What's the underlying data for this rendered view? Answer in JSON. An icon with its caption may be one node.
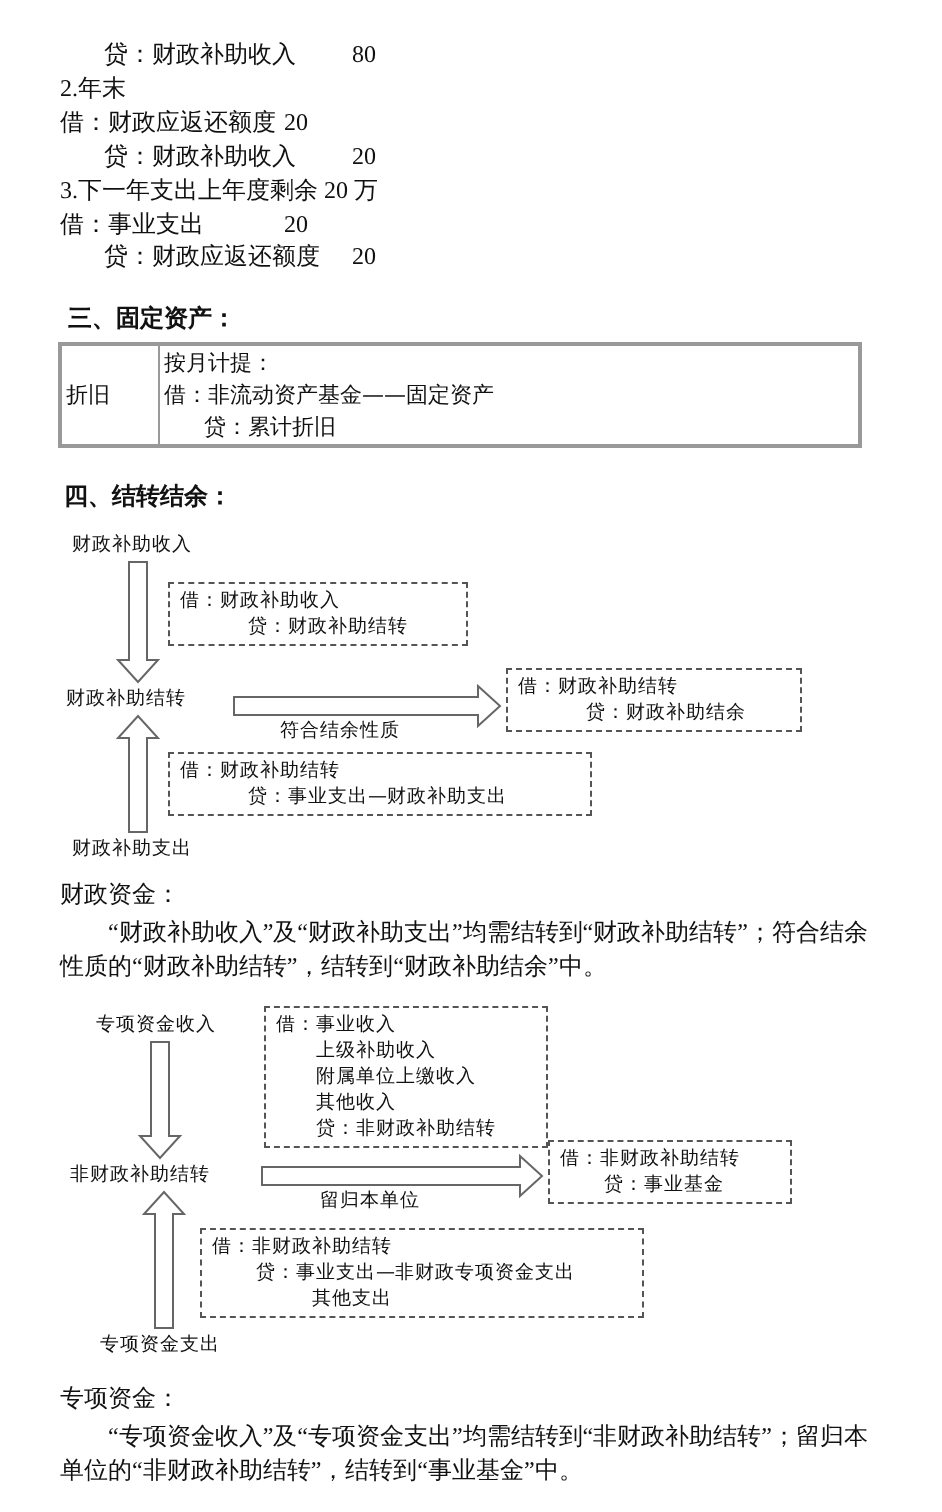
{
  "diagram": {
    "nodes": [
      {
        "text": [
          "财政补助收入"
        ]
      },
      {
        "text": [
          "借：财政补助收入",
          "贷：财政补助结转"
        ]
      },
      {
        "text": [
          "财政补助结转"
        ]
      },
      {
        "text": [
          "借：财政补助结转",
          "贷：财政补助结余"
        ]
      },
      {
        "text": [
          "借：财政补助结转",
          "贷：事业支出—财政补助支出"
        ]
      },
      {
        "text": [
          "财政补助支出"
        ]
      },
      {
        "text": [
          "专项资金收入"
        ]
      },
      {
        "text": [
          "借：事业收入",
          "上级补助收入",
          "附属单位上缴收入",
          "其他收入",
          "贷：非财政补助结转"
        ]
      },
      {
        "text": [
          "非财政补助结转"
        ]
      },
      {
        "text": [
          "借：非财政补助结转",
          "贷：事业基金"
        ]
      },
      {
        "text": [
          "借：非财政补助结转",
          "贷：事业支出—非财政专项资金支出",
          "其他支出"
        ]
      },
      {
        "text": [
          "专项资金支出"
        ]
      }
    ],
    "edges": [
      {
        "from": 0,
        "to": 2,
        "arrow": "to"
      },
      {
        "from": 2,
        "to": 3,
        "arrow": "to",
        "label": "符合结余性质"
      },
      {
        "from": 5,
        "to": 2,
        "arrow": "to"
      },
      {
        "from": 6,
        "to": 8,
        "arrow": "to"
      },
      {
        "from": 8,
        "to": 9,
        "arrow": "to",
        "label": "留归本单位"
      },
      {
        "from": 11,
        "to": 8,
        "arrow": "to"
      }
    ],
    "labels": [
      "贷：财政补助收入",
      "80",
      "2.年末",
      "借：财政应返还额度",
      "20",
      "贷：财政补助收入",
      "20",
      "3.下一年支出上年度剩余 20 万",
      "借：事业支出",
      "20",
      "贷：财政应返还额度",
      "20",
      "三、固定资产：",
      "折旧",
      "按月计提：",
      "借：非流动资产基金——固定资产",
      "贷：累计折旧",
      "四、结转结余：",
      "财政资金：",
      "“财政补助收入”及“财政补助支出”均需结转到“财政补助结转”；符合结余性质的“财政补助结转”，结转到“财政补助结余”中。",
      "专项资金：",
      "“专项资金收入”及“专项资金支出”均需结转到“非财政补助结转”；留归本单位的“非财政补助结转”，结转到“事业基金”中。"
    ]
  }
}
